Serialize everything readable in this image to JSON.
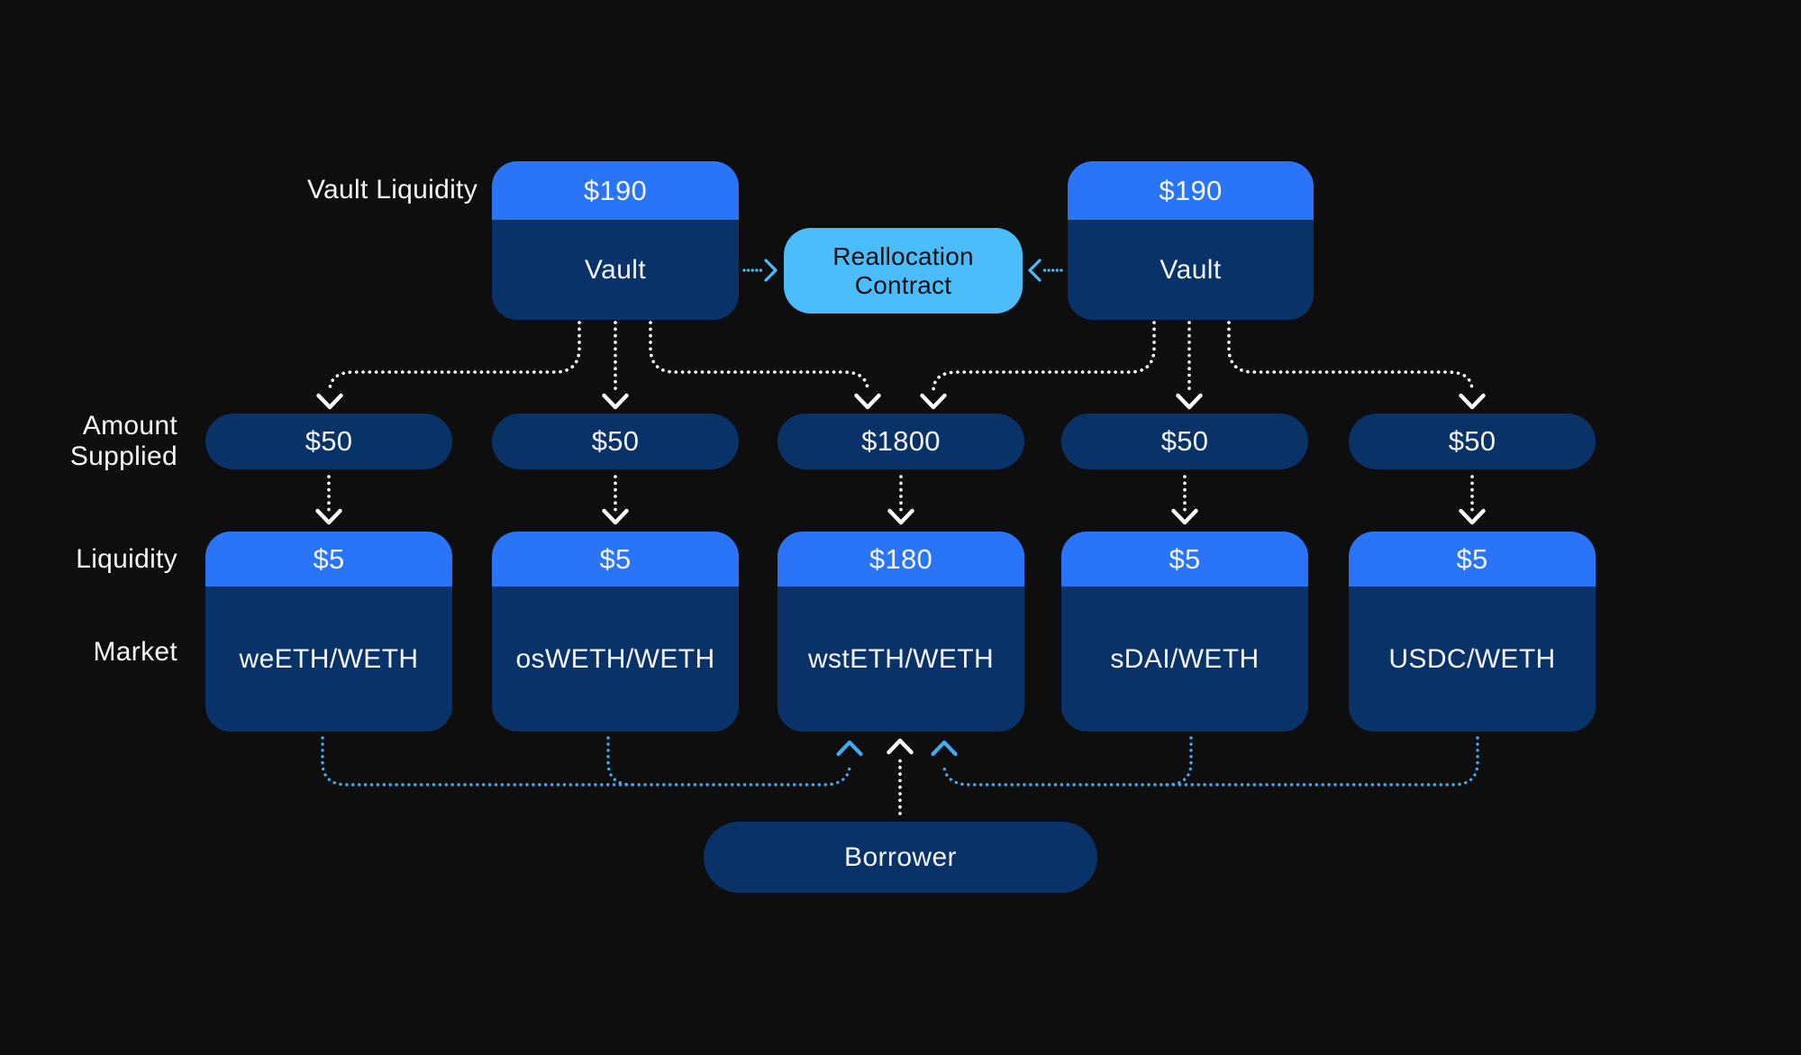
{
  "canvas": {
    "background": "#0e0e0e"
  },
  "palette": {
    "bright_blue": "#2a74f7",
    "navy": "#093268",
    "sky_blue": "#4bbdfa",
    "arrow_white": "#ffffff",
    "arrow_blue": "#43a9f0",
    "text_light": "#f2f4f8",
    "text_dark": "#0c1016"
  },
  "row_labels": {
    "vault_liquidity": "Vault Liquidity",
    "amount_supplied": [
      "Amount",
      "Supplied"
    ],
    "liquidity": "Liquidity",
    "market": "Market"
  },
  "vaults": [
    {
      "liquidity": "$190",
      "name": "Vault"
    },
    {
      "liquidity": "$190",
      "name": "Vault"
    }
  ],
  "reallocation_contract": {
    "lines": [
      "Reallocation",
      "Contract"
    ]
  },
  "columns": [
    {
      "amount_supplied": "$50",
      "liquidity": "$5",
      "market": "weETH/WETH"
    },
    {
      "amount_supplied": "$50",
      "liquidity": "$5",
      "market": "osWETH/WETH"
    },
    {
      "amount_supplied": "$1800",
      "liquidity": "$180",
      "market": "wstETH/WETH"
    },
    {
      "amount_supplied": "$50",
      "liquidity": "$5",
      "market": "sDAI/WETH"
    },
    {
      "amount_supplied": "$50",
      "liquidity": "$5",
      "market": "USDC/WETH"
    }
  ],
  "borrower": {
    "label": "Borrower"
  }
}
